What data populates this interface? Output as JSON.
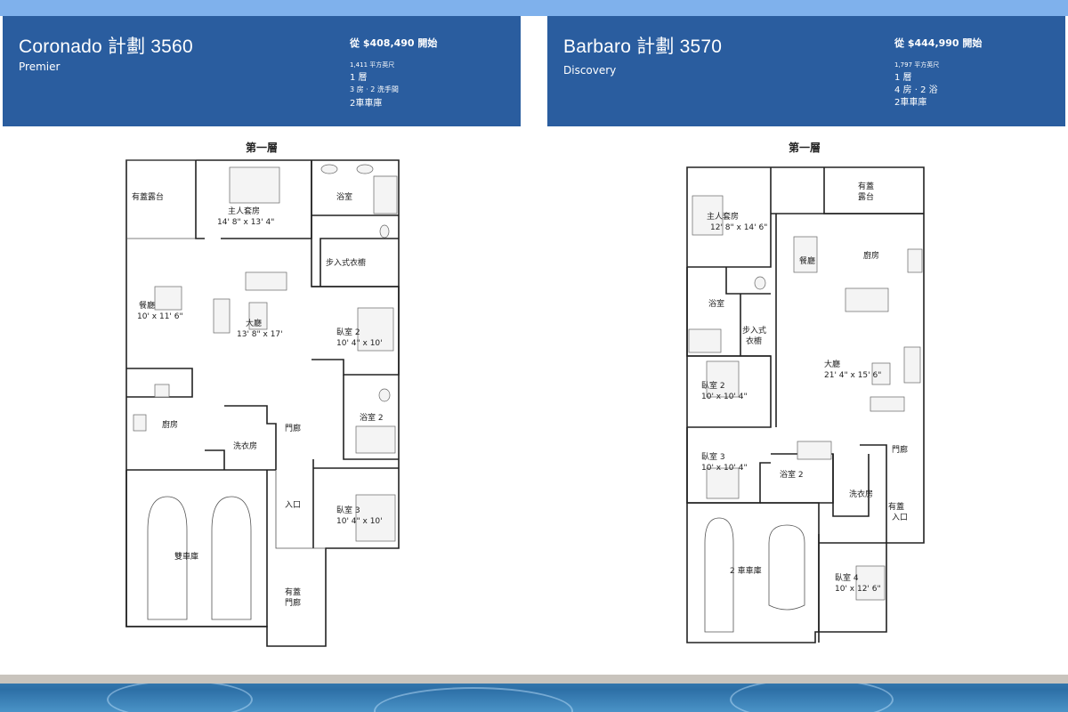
{
  "plans": [
    {
      "name": "Coronado 計劃 3560",
      "series": "Premier",
      "price": "從 $408,490 開始",
      "sqft": "1,411 平方英尺",
      "floors": "1 層",
      "rooms": "3 房 ‧ 2 洗手間",
      "garage": "2車車庫",
      "floor_title": "第一層",
      "rooms_labels": {
        "covered_patio": "有蓋露台",
        "owners_suite": "主人套房",
        "owners_suite_dim": "14' 8\" x 13' 4\"",
        "bath": "浴室",
        "walk_in_closet": "步入式衣櫥",
        "dining": "餐廳",
        "dining_dim": "10' x 11' 6\"",
        "great_room": "大廳",
        "great_room_dim": "13' 8\" x 17'",
        "bedroom2": "臥室 2",
        "bedroom2_dim": "10' 4\" x 10'",
        "bath2": "浴室 2",
        "kitchen": "廚房",
        "foyer": "門廊",
        "laundry": "洗衣房",
        "entry": "入口",
        "bedroom3": "臥室 3",
        "bedroom3_dim": "10' 4\" x 10'",
        "garage": "雙車庫",
        "covered_porch_1": "有蓋",
        "covered_porch_2": "門廊"
      }
    },
    {
      "name": "Barbaro 計劃 3570",
      "series": "Discovery",
      "price": "從 $444,990 開始",
      "sqft": "1,797 平方英尺",
      "floors": "1 層",
      "rooms": "4 房 ‧ 2 浴",
      "garage": "2車車庫",
      "floor_title": "第一層",
      "rooms_labels": {
        "covered_patio_1": "有蓋",
        "covered_patio_2": "露台",
        "owners_suite": "主人套房",
        "owners_suite_dim": "12' 8\" x 14' 6\"",
        "dining": "餐廳",
        "kitchen": "廚房",
        "bath": "浴室",
        "walk_in_1": "步入式",
        "walk_in_2": "衣櫥",
        "great_room": "大廳",
        "great_room_dim": "21' 4\" x 15' 6\"",
        "bedroom2": "臥室 2",
        "bedroom2_dim": "10' x 10' 4\"",
        "bedroom3": "臥室 3",
        "bedroom3_dim": "10' x 10' 4\"",
        "bath2": "浴室 2",
        "foyer": "門廊",
        "laundry": "洗衣房",
        "covered_entry_1": "有蓋",
        "covered_entry_2": "入口",
        "garage": "2 車車庫",
        "bedroom4": "臥室 4",
        "bedroom4_dim": "10' x 12' 6\""
      }
    }
  ]
}
